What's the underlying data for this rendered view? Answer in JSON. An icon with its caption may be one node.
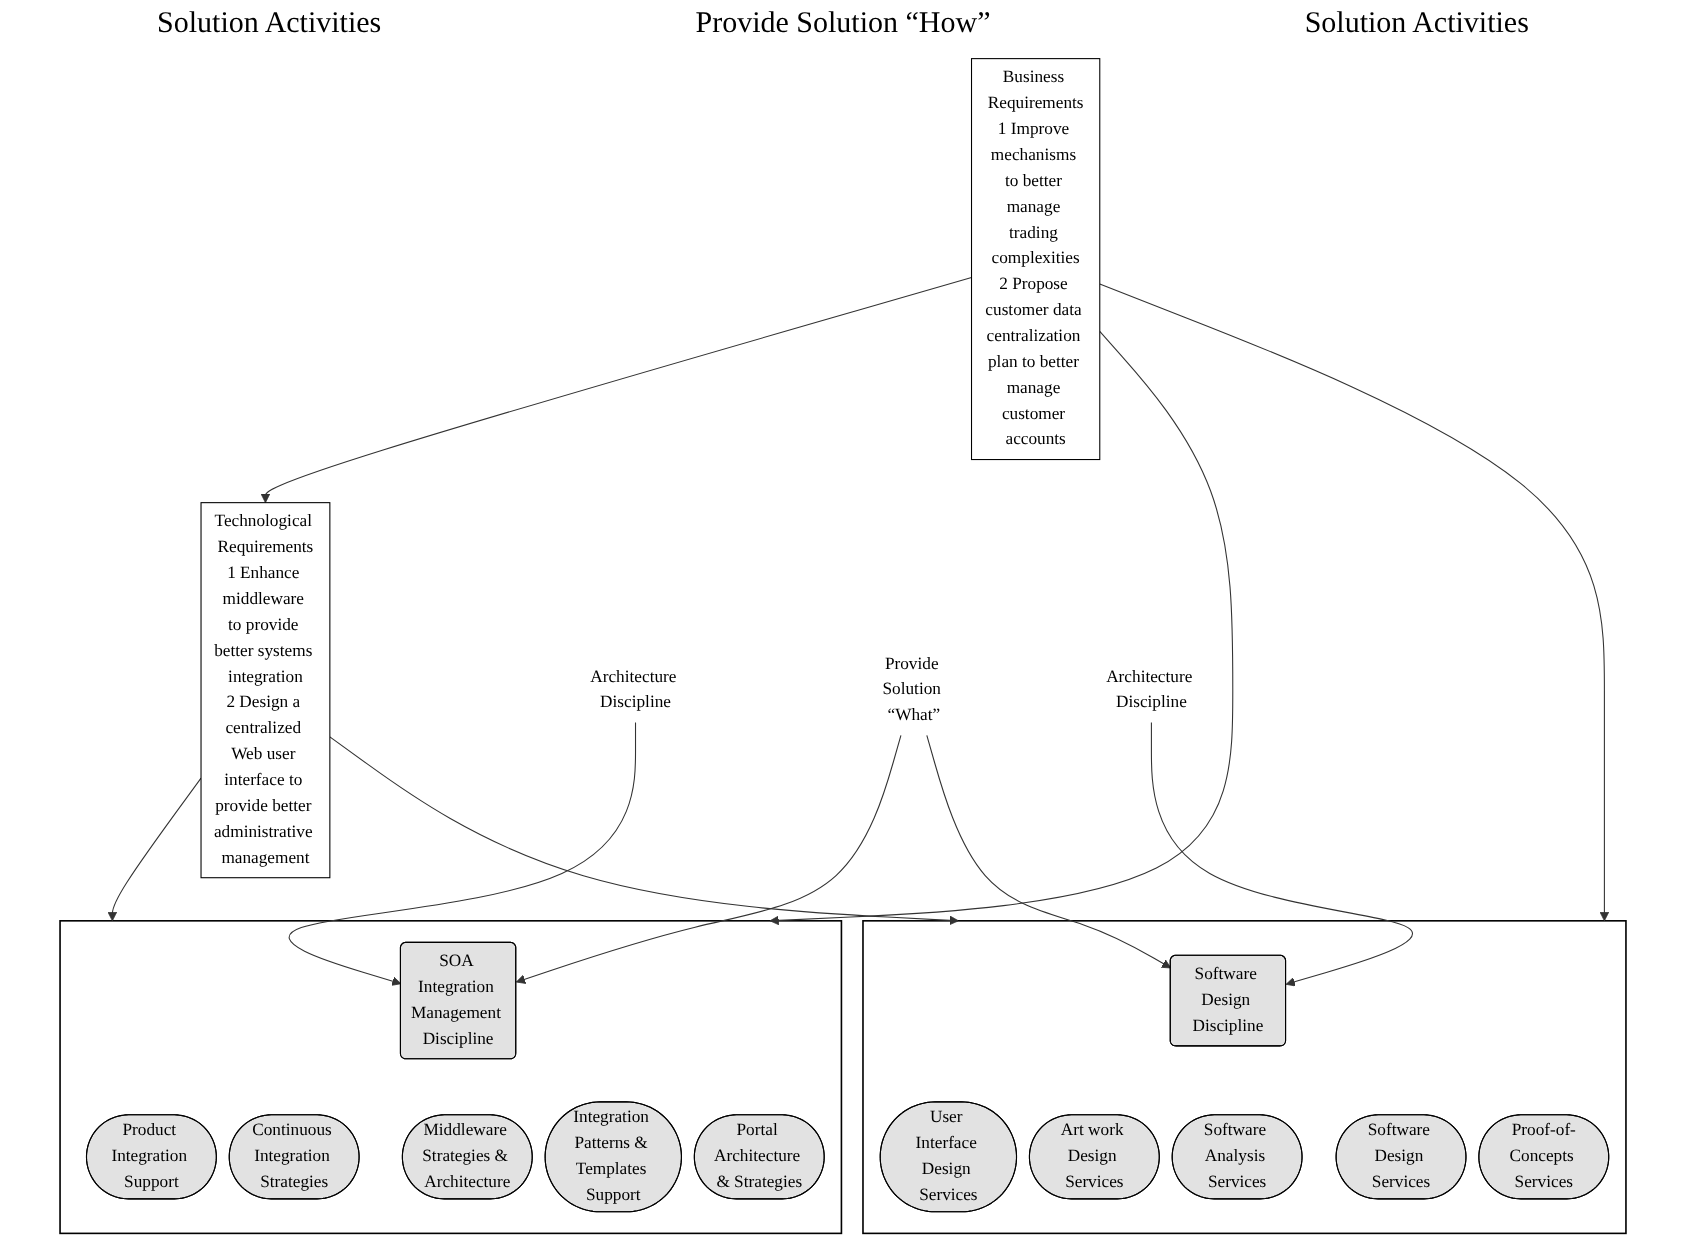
{
  "diagram": {
    "nodes": [
      {
        "text": [
          "Business Requirements",
          "1 Improve mechanisms to better manage trading complexities",
          "2 Propose customer data centralization plan to better manage customer accounts"
        ]
      },
      {
        "text": [
          "Technological Requirements",
          "1 Enhance middleware to provide better systems integration",
          "2 Design a centralized Web user interface to provide better administrative management"
        ]
      },
      {
        "text": [],
        "shape": "box"
      },
      {
        "text": [
          "SOA Integration Management Discipline"
        ],
        "in": 2
      },
      {
        "text": [
          "Product Integration Support"
        ],
        "in": 2
      },
      {
        "text": [
          "Continuous Integration Strategies"
        ],
        "in": 2
      },
      {
        "text": [
          "Middleware Strategies & Architecture"
        ],
        "in": 2
      },
      {
        "text": [
          "Integration Patterns & Templates Support"
        ],
        "in": 2
      },
      {
        "text": [
          "Portal Architecture & Strategies"
        ],
        "in": 2
      },
      {
        "text": [],
        "shape": "box"
      },
      {
        "text": [
          "Software Design Discipline"
        ],
        "in": 9
      },
      {
        "text": [
          "User Interface Design Services"
        ],
        "in": 9
      },
      {
        "text": [
          "Art work Design Services"
        ],
        "in": 9
      },
      {
        "text": [
          "Software Analysis Services"
        ],
        "in": 9
      },
      {
        "text": [
          "Software Design Services"
        ],
        "in": 9
      },
      {
        "text": [
          "Proof-of-Concepts Services"
        ],
        "in": 9
      },
      {
        "text": [
          "Architecture Discipline"
        ]
      },
      {
        "text": [
          "Provide Solution “What”"
        ]
      },
      {
        "text": [
          "Architecture Discipline"
        ]
      }
    ],
    "edges": [
      {
        "from": 0,
        "to": 1,
        "arrow": "to"
      },
      {
        "from": 0,
        "to": 2,
        "arrow": "to"
      },
      {
        "from": 0,
        "to": 9,
        "arrow": "to"
      },
      {
        "from": 1,
        "to": 2,
        "arrow": "to"
      },
      {
        "from": 1,
        "to": 9,
        "arrow": "to"
      },
      {
        "from": 16,
        "to": 3,
        "arrow": "to"
      },
      {
        "from": 17,
        "to": 3,
        "arrow": "to"
      },
      {
        "from": 17,
        "to": 10,
        "arrow": "to"
      },
      {
        "from": 18,
        "to": 10,
        "arrow": "to"
      }
    ],
    "labels": [
      "Solution Activities",
      "Provide Solution “How”",
      "Solution Activities"
    ]
  }
}
